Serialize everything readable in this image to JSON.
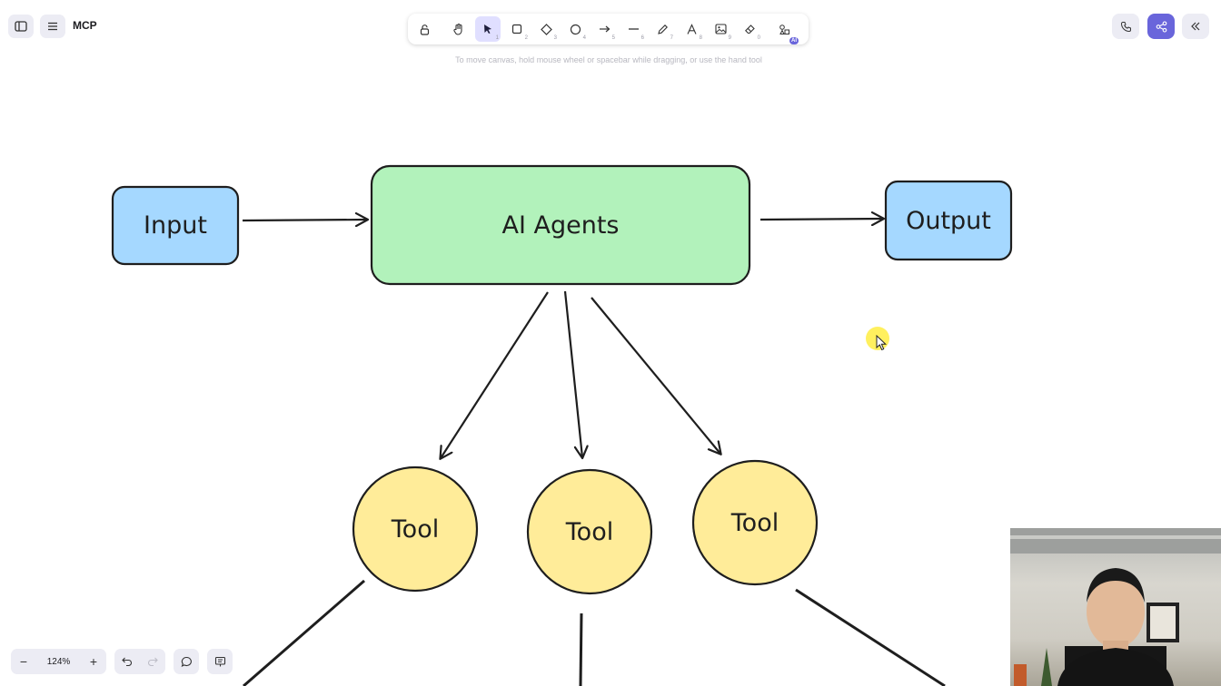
{
  "app": {
    "title": "MCP"
  },
  "toolbar": {
    "tools": [
      {
        "name": "lock",
        "key": ""
      },
      {
        "name": "hand",
        "key": ""
      },
      {
        "name": "selection",
        "key": "1"
      },
      {
        "name": "rectangle",
        "key": "2"
      },
      {
        "name": "diamond",
        "key": "3"
      },
      {
        "name": "ellipse",
        "key": "4"
      },
      {
        "name": "arrow",
        "key": "5"
      },
      {
        "name": "line",
        "key": "6"
      },
      {
        "name": "draw",
        "key": "7"
      },
      {
        "name": "text",
        "key": "8"
      },
      {
        "name": "image",
        "key": "9"
      },
      {
        "name": "eraser",
        "key": "0"
      }
    ],
    "ai_badge": "AI"
  },
  "hint": "To move canvas, hold mouse wheel or spacebar while dragging, or use the hand tool",
  "diagram": {
    "input_label": "Input",
    "agents_label": "AI Agents",
    "output_label": "Output",
    "tool_labels": [
      "Tool",
      "Tool",
      "Tool"
    ]
  },
  "colors": {
    "accent": "#6965db",
    "input_fill": "#a5d8ff",
    "agents_fill": "#b2f2bb",
    "tool_fill": "#ffec99",
    "stroke": "#1e1e1e"
  },
  "zoom": {
    "value": "124%",
    "minus": "−",
    "plus": "+"
  }
}
